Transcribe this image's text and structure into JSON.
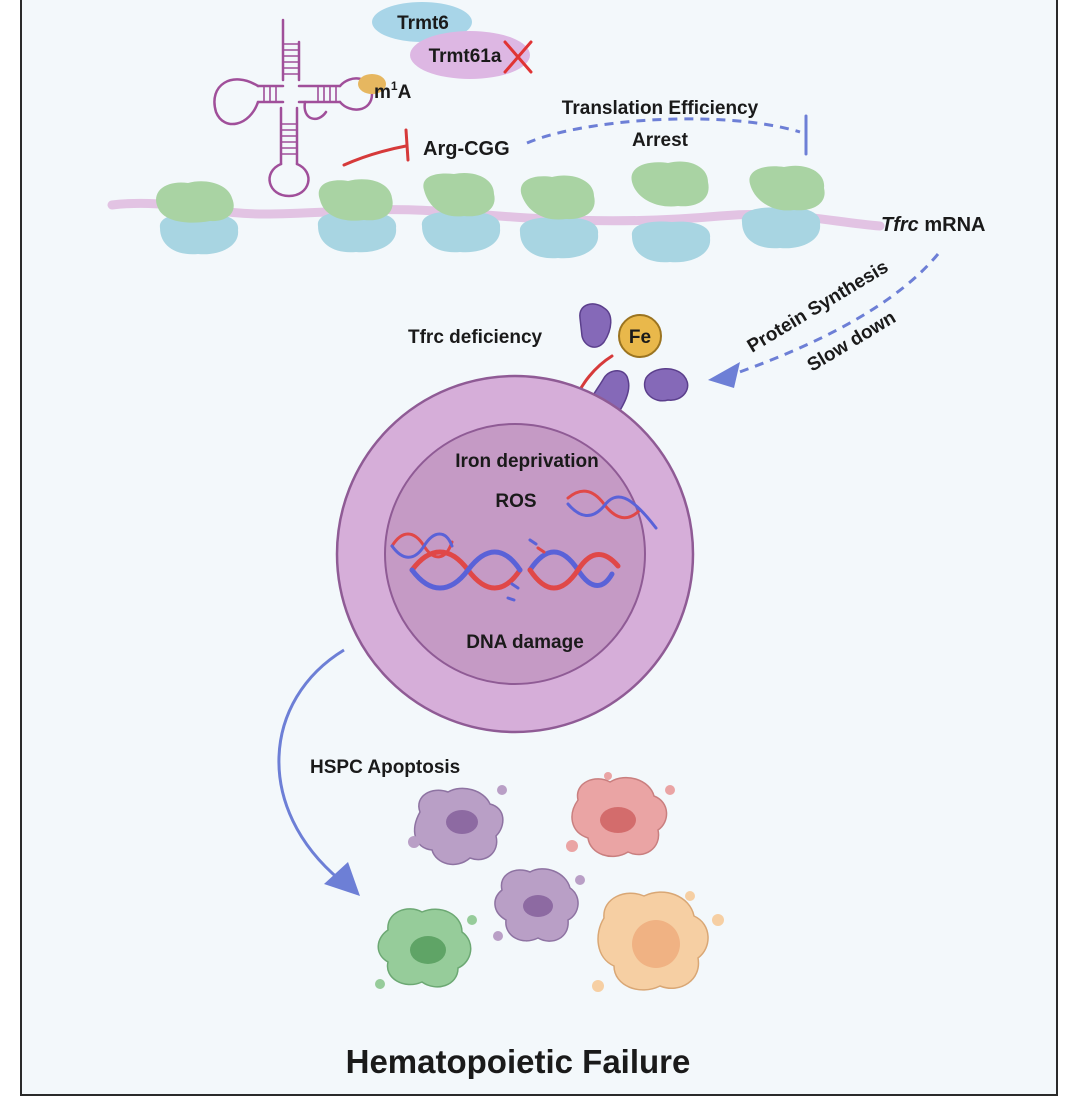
{
  "labels": {
    "trmt6": "Trmt6",
    "trmt61a": "Trmt61a",
    "m1a_prefix": "m",
    "m1a_superscript": "1",
    "m1a_suffix": "A",
    "arg_cgg": "Arg-CGG",
    "translation_efficiency": "Translation Efficiency",
    "arrest": "Arrest",
    "tfrc_italic": "Tfrc",
    "mrna": " mRNA",
    "protein_synthesis": "Protein Synthesis",
    "slow_down": "Slow down",
    "tfrc_deficiency": "Tfrc deficiency",
    "fe": "Fe",
    "iron_deprivation": "Iron deprivation",
    "ros": "ROS",
    "dna_damage": "DNA damage",
    "hspc_apoptosis": "HSPC Apoptosis",
    "hematopoietic_failure": "Hematopoietic Failure"
  },
  "colors": {
    "frame_bg": "#f3f8fb",
    "trna": "#a04f9a",
    "ribosome_large": "#a9d3a3",
    "ribosome_small": "#a8d5e2",
    "mrna": "#e2c3e3",
    "inhibit": "#d63a3a",
    "arrow": "#6d7fd6",
    "cell_outer": "#d6aed9",
    "cell_nucleus": "#c59ac5",
    "fe": "#e9b84b",
    "dna_red": "#e04848",
    "dna_blue": "#5a62d8"
  },
  "icons": [
    "trna-cloverleaf-icon",
    "ribosome-icon",
    "transferrin-receptor-icon",
    "iron-ion-icon",
    "dna-helix-icon",
    "apoptotic-cell-icon",
    "cross-mark-icon"
  ]
}
